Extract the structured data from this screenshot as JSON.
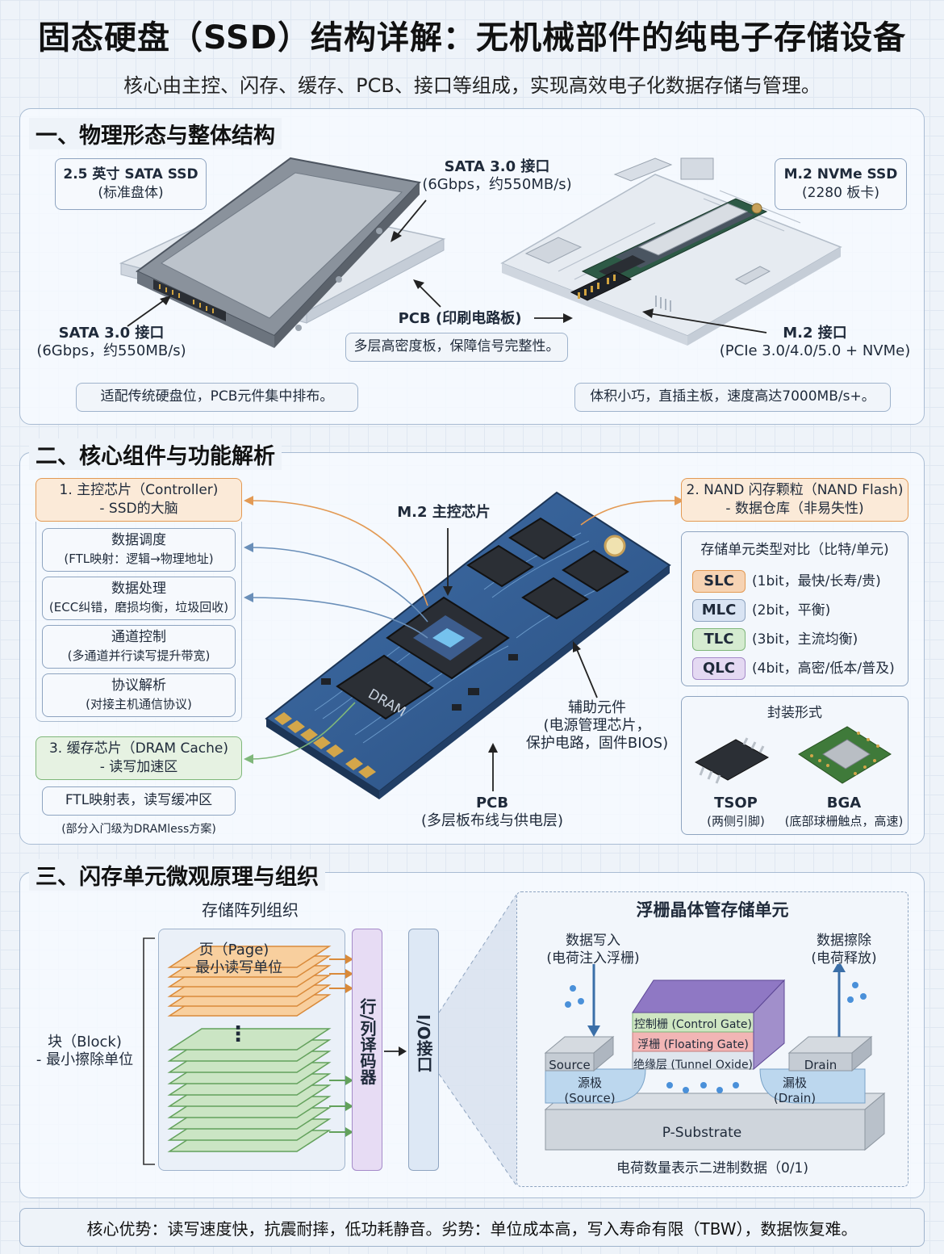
{
  "header": {
    "title": "固态硬盘（SSD）结构详解：无机械部件的纯电子存储设备",
    "subtitle": "核心由主控、闪存、缓存、PCB、接口等组成，实现高效电子化数据存储与管理。"
  },
  "section1": {
    "title": "一、物理形态与整体结构",
    "sata_ssd": {
      "name": "2.5 英寸 SATA SSD",
      "sub": "(标准盘体)"
    },
    "sata_port_left": {
      "name": "SATA 3.0 接口",
      "sub": "(6Gbps，约550MB/s)"
    },
    "sata_note": "适配传统硬盘位，PCB元件集中排布。",
    "sata_port_top": {
      "name": "SATA  3.0 接口",
      "sub": "(6Gbps，约550MB/s)"
    },
    "pcb": {
      "name": "PCB (印刷电路板)",
      "note": "多层高密度板，保障信号完整性。"
    },
    "m2_ssd": {
      "name": "M.2 NVMe SSD",
      "sub": "(2280 板卡)"
    },
    "m2_port": {
      "name": "M.2 接口",
      "sub": "(PCIe 3.0/4.0/5.0 + NVMe)"
    },
    "m2_note": "体积小巧，直插主板，速度高达7000MB/s+。"
  },
  "section2": {
    "title": "二、核心组件与功能解析",
    "controller": {
      "name": "1. 主控芯片（Controller)",
      "sub": "- SSD的大脑"
    },
    "controller_funcs": [
      {
        "name": "数据调度",
        "sub": "(FTL映射：逻辑→物理地址)"
      },
      {
        "name": "数据处理",
        "sub": "(ECC纠错，磨损均衡，垃圾回收)"
      },
      {
        "name": "通道控制",
        "sub": "(多通道并行读写提升带宽)"
      },
      {
        "name": "协议解析",
        "sub": "(对接主机通信协议)"
      }
    ],
    "dram": {
      "name": "3. 缓存芯片（DRAM Cache)",
      "sub": "- 读写加速区"
    },
    "dram_func": "FTL映射表，读写缓冲区",
    "dram_note": "(部分入门级为DRAMless方案)",
    "m2_chip_label": "M.2 主控芯片",
    "dram_chip_text": "DRAM",
    "aux": {
      "line1": "辅助元件",
      "line2": "(电源管理芯片，",
      "line3": "保护电路，固件BIOS)"
    },
    "pcb": {
      "name": "PCB",
      "sub": "(多层板布线与供电层)"
    },
    "nand": {
      "name": "2. NAND 闪存颗粒（NAND Flash)",
      "sub": "- 数据仓库（非易失性)"
    },
    "cell_types_title": "存储单元类型对比（比特/单元)",
    "cell_types": [
      {
        "type": "SLC",
        "desc": "(1bit，最快/长寿/贵)",
        "color": "#f6d3b3",
        "border": "#e39a54"
      },
      {
        "type": "MLC",
        "desc": "(2bit，平衡)",
        "color": "#d9e4f3",
        "border": "#8ea4c0"
      },
      {
        "type": "TLC",
        "desc": "(3bit，主流均衡)",
        "color": "#d5ebd0",
        "border": "#7fb77a"
      },
      {
        "type": "QLC",
        "desc": "(4bit，高密/低本/普及)",
        "color": "#e4d9f2",
        "border": "#a58bc9"
      }
    ],
    "package_title": "封装形式",
    "packages": [
      {
        "name": "TSOP",
        "sub": "(两侧引脚)"
      },
      {
        "name": "BGA",
        "sub": "(底部球栅触点，高速)"
      }
    ]
  },
  "section3": {
    "title": "三、闪存单元微观原理与组织",
    "array_title": "存储阵列组织",
    "page": {
      "name": "页（Page)",
      "sub": "- 最小读写单位"
    },
    "block": {
      "name": "块（Block)",
      "sub": "- 最小擦除单位"
    },
    "ellipsis": "⋮",
    "decoder": "行/列译码器",
    "io": "I/O接口",
    "cell_title": "浮栅晶体管存储单元",
    "write": {
      "name": "数据写入",
      "sub": "(电荷注入浮栅)"
    },
    "erase": {
      "name": "数据擦除",
      "sub": "(电荷释放)"
    },
    "layers": {
      "control": "控制栅 (Control Gate)",
      "floating": "浮栅 (Floating Gate)",
      "oxide": "绝缘层 (Tunnel Oxide)"
    },
    "source_tag": "Source",
    "drain_tag": "Drain",
    "source": {
      "name": "源极",
      "sub": "(Source)"
    },
    "drain": {
      "name": "漏极",
      "sub": "(Drain)"
    },
    "substrate": "P-Substrate",
    "caption": "电荷数量表示二进制数据（0/1)"
  },
  "footer": "核心优势：读写速度快，抗震耐摔，低功耗静音。劣势：单位成本高，写入寿命有限（TBW），数据恢复难。"
}
